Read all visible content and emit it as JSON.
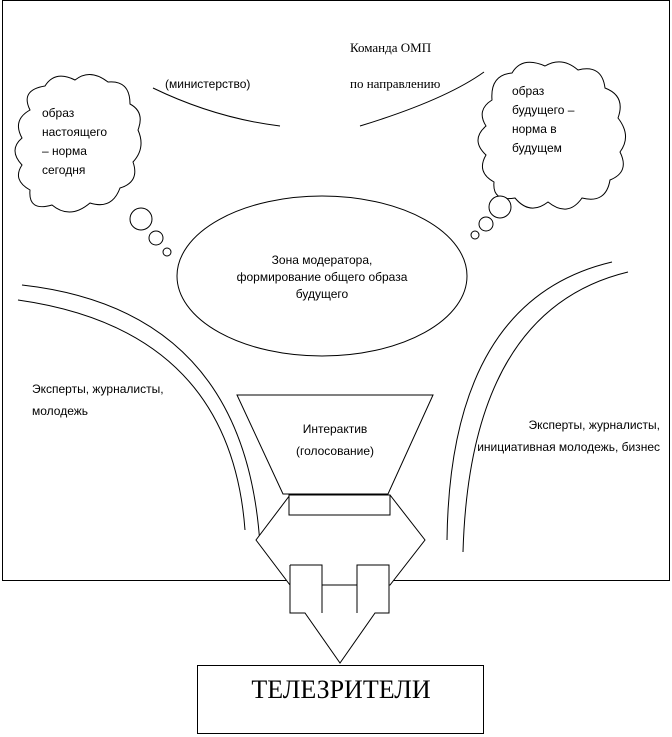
{
  "labels": {
    "omp_team": "Команда ОМП",
    "by_direction": "по направлению",
    "ministry": "(министерство)",
    "present_image": "образ\nнастоящего\n– норма\nсегодня",
    "future_image": "образ\nбудущего –\nнорма в\nбудущем",
    "moderator_zone": "Зона модератора,\nформирование общего образа\nбудущего",
    "experts_left": "Эксперты, журналисты,\nмолодежь",
    "experts_right": "Эксперты, журналисты,\nинициативная молодежь, бизнес",
    "interactive": "Интерактив\n(голосование)",
    "viewers": "ТЕЛЕЗРИТЕЛИ"
  },
  "colors": {
    "stroke": "#000000",
    "background": "#ffffff"
  }
}
